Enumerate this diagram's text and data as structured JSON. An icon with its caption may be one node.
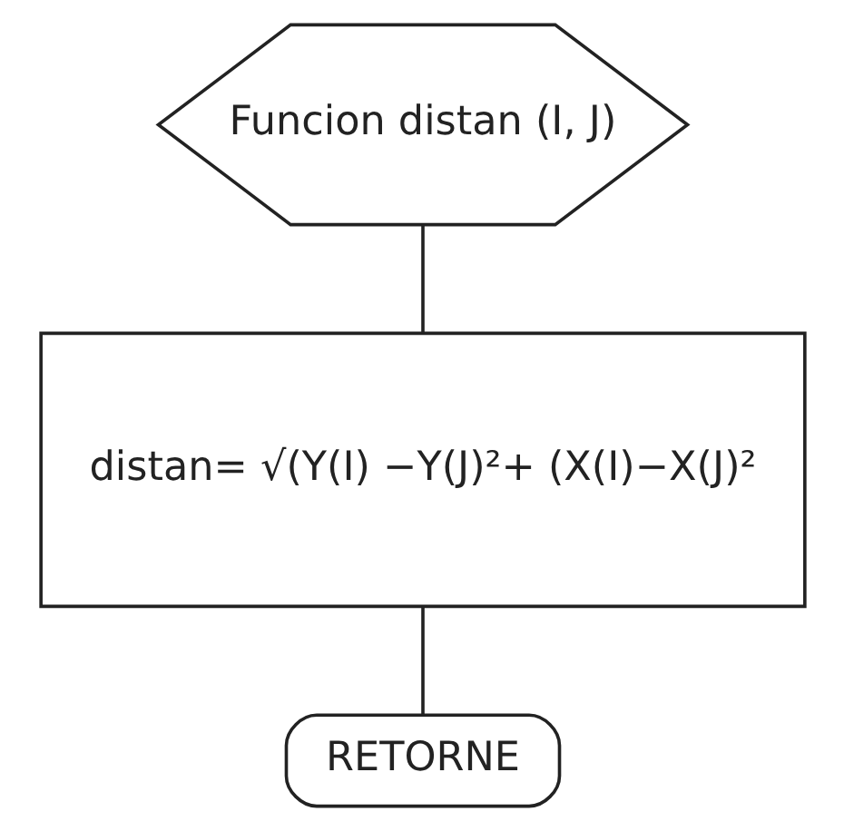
{
  "diagram": {
    "nodes": [
      {
        "text": [
          "Funcion distan (I, J)"
        ]
      },
      {
        "text": [
          "distan= √(Y(I) −Y(J)²+ (X(I)−X(J)²"
        ]
      },
      {
        "text": [
          "RETORNE"
        ]
      }
    ],
    "edges": [
      {
        "from": 0,
        "to": 1,
        "arrow": "none"
      },
      {
        "from": 1,
        "to": 2,
        "arrow": "none"
      }
    ]
  }
}
